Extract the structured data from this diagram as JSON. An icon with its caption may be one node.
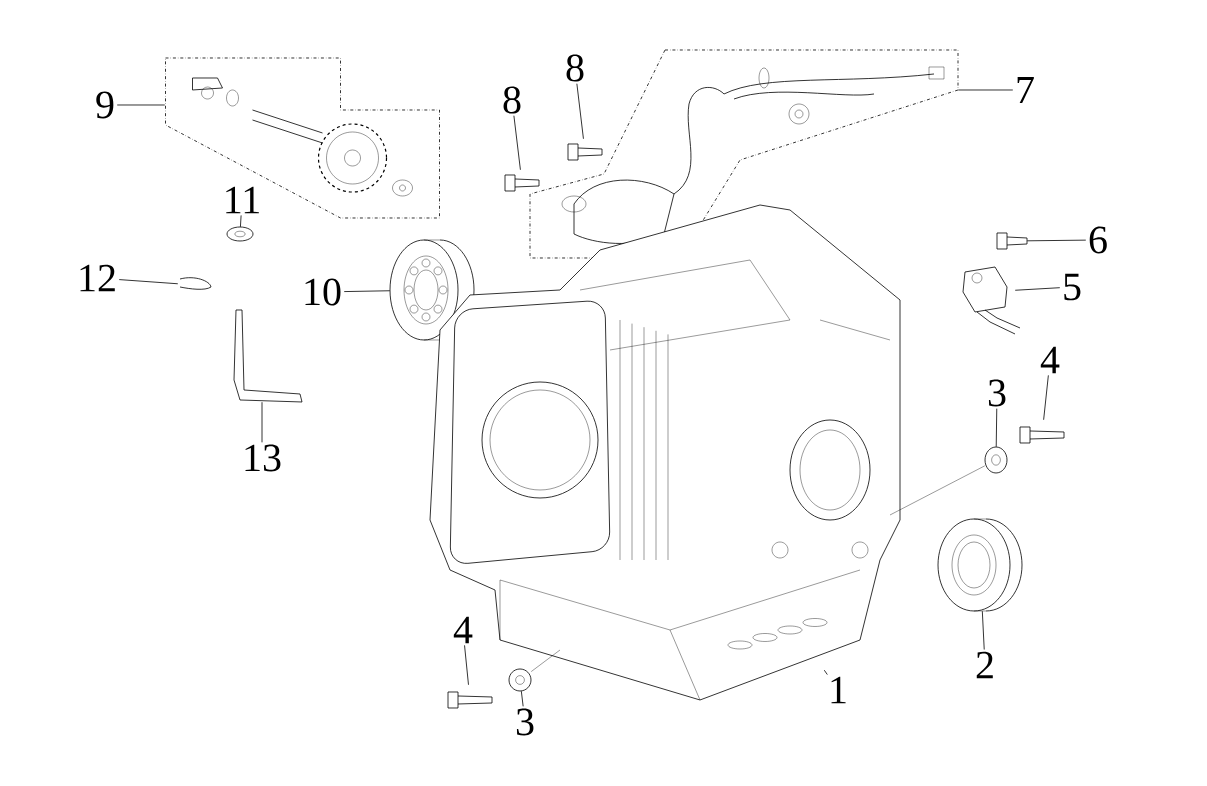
{
  "diagram": {
    "nodes": [
      {
        "text": [
          "9"
        ]
      },
      {
        "text": [
          "8"
        ]
      },
      {
        "text": [
          "8"
        ]
      },
      {
        "text": [
          "7"
        ]
      },
      {
        "text": [
          "11"
        ]
      },
      {
        "text": [
          "12"
        ]
      },
      {
        "text": [
          "10"
        ]
      },
      {
        "text": [
          "6"
        ]
      },
      {
        "text": [
          "5"
        ]
      },
      {
        "text": [
          "3"
        ]
      },
      {
        "text": [
          "4"
        ]
      },
      {
        "text": [
          "13"
        ]
      },
      {
        "text": [
          "2"
        ]
      },
      {
        "text": [
          "1"
        ]
      },
      {
        "text": [
          "4"
        ]
      },
      {
        "text": [
          "3"
        ]
      },
      {
        "text": [],
        "shape": "box"
      },
      {
        "text": [],
        "shape": "box"
      },
      {
        "text": [],
        "shape": "picture"
      },
      {
        "text": [],
        "shape": "picture"
      },
      {
        "text": [],
        "shape": "picture"
      },
      {
        "text": [],
        "shape": "picture"
      },
      {
        "text": [],
        "shape": "picture"
      },
      {
        "text": [],
        "shape": "picture"
      },
      {
        "text": [],
        "shape": "picture"
      },
      {
        "text": [],
        "shape": "picture"
      },
      {
        "text": [],
        "shape": "picture"
      },
      {
        "text": [],
        "shape": "picture"
      },
      {
        "text": [],
        "shape": "picture"
      },
      {
        "text": [],
        "shape": "picture"
      },
      {
        "text": [],
        "shape": "picture"
      },
      {
        "text": [],
        "shape": "picture"
      }
    ],
    "edges": [
      {
        "from": 0,
        "to": 16,
        "arrow": "none"
      },
      {
        "from": 1,
        "to": 18,
        "arrow": "none"
      },
      {
        "from": 2,
        "to": 19,
        "arrow": "none"
      },
      {
        "from": 3,
        "to": 17,
        "arrow": "none"
      },
      {
        "from": 4,
        "to": 20,
        "arrow": "none"
      },
      {
        "from": 5,
        "to": 21,
        "arrow": "none"
      },
      {
        "from": 6,
        "to": 22,
        "arrow": "none"
      },
      {
        "from": 7,
        "to": 24,
        "arrow": "none"
      },
      {
        "from": 8,
        "to": 25,
        "arrow": "none"
      },
      {
        "from": 9,
        "to": 26,
        "arrow": "none"
      },
      {
        "from": 10,
        "to": 27,
        "arrow": "none"
      },
      {
        "from": 11,
        "to": 23,
        "arrow": "none"
      },
      {
        "from": 12,
        "to": 28,
        "arrow": "none"
      },
      {
        "from": 13,
        "to": 29,
        "arrow": "none"
      },
      {
        "from": 14,
        "to": 30,
        "arrow": "none"
      },
      {
        "from": 15,
        "to": 31,
        "arrow": "none"
      },
      {
        "from": 29,
        "to": 26,
        "arrow": "none"
      },
      {
        "from": 29,
        "to": 31,
        "arrow": "none"
      }
    ]
  }
}
